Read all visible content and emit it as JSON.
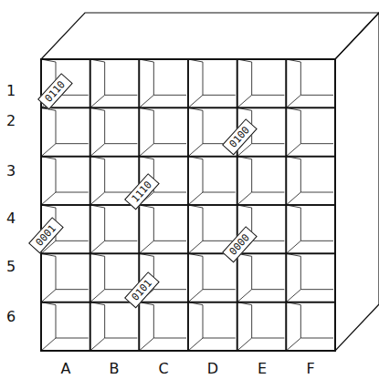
{
  "diagram": {
    "nodes": [
      {
        "text": [
          "0110"
        ]
      },
      {
        "text": [
          "0100"
        ]
      },
      {
        "text": [
          "1110"
        ]
      },
      {
        "text": [
          "0001"
        ]
      },
      {
        "text": [
          "0000"
        ]
      },
      {
        "text": [
          "0101"
        ]
      }
    ],
    "labels": [
      "1",
      "2",
      "3",
      "4",
      "5",
      "6",
      "A",
      "B",
      "C",
      "D",
      "E",
      "F"
    ]
  }
}
